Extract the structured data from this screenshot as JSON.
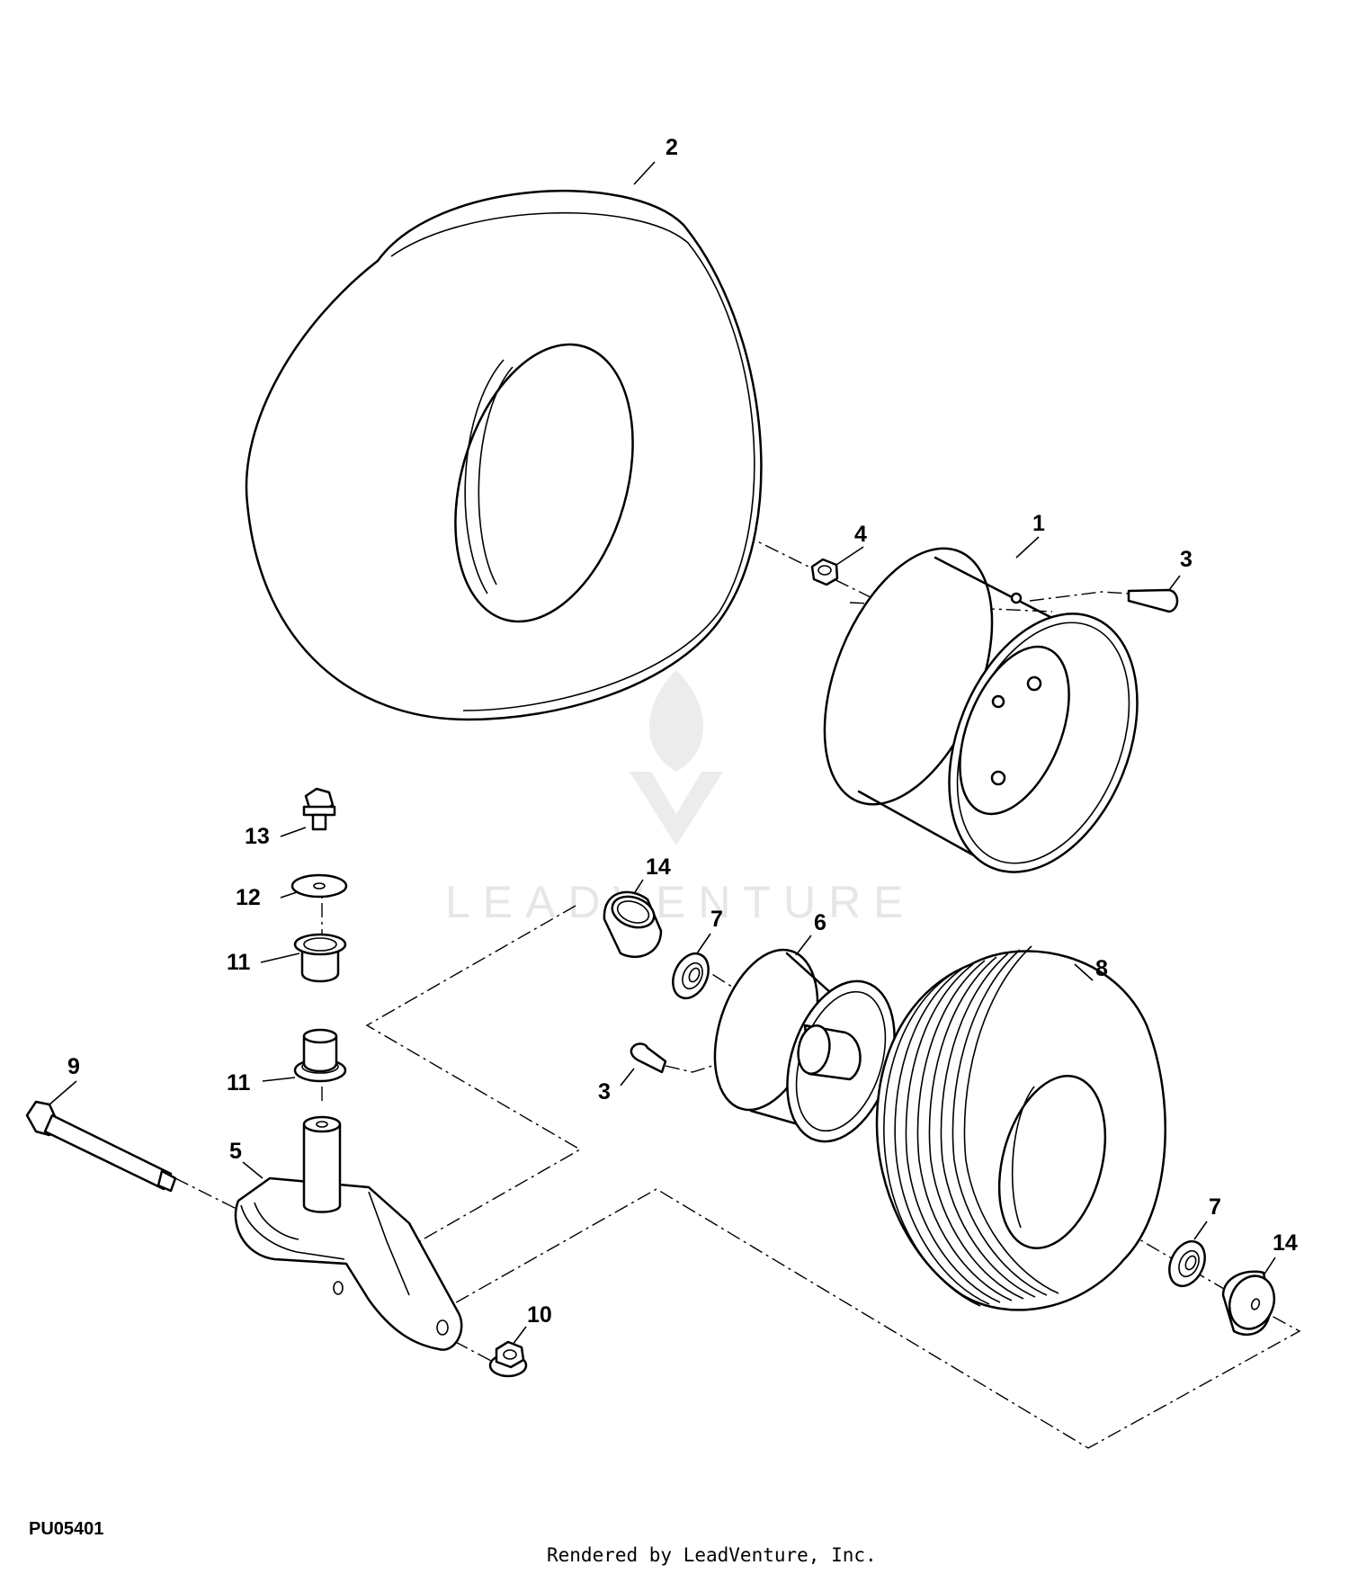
{
  "diagram": {
    "figure_code": "PU05401",
    "footer_credit": "Rendered by LeadVenture, Inc.",
    "watermark_text": "LEADVENTURE",
    "colors": {
      "line": "#000000",
      "watermark": "#e6e6e6",
      "background": "#ffffff"
    },
    "callouts": {
      "c1": "1",
      "c2": "2",
      "c3a": "3",
      "c3b": "3",
      "c4": "4",
      "c5": "5",
      "c6": "6",
      "c7a": "7",
      "c7b": "7",
      "c8": "8",
      "c9": "9",
      "c10": "10",
      "c11a": "11",
      "c11b": "11",
      "c12": "12",
      "c13": "13",
      "c14a": "14",
      "c14b": "14"
    }
  }
}
